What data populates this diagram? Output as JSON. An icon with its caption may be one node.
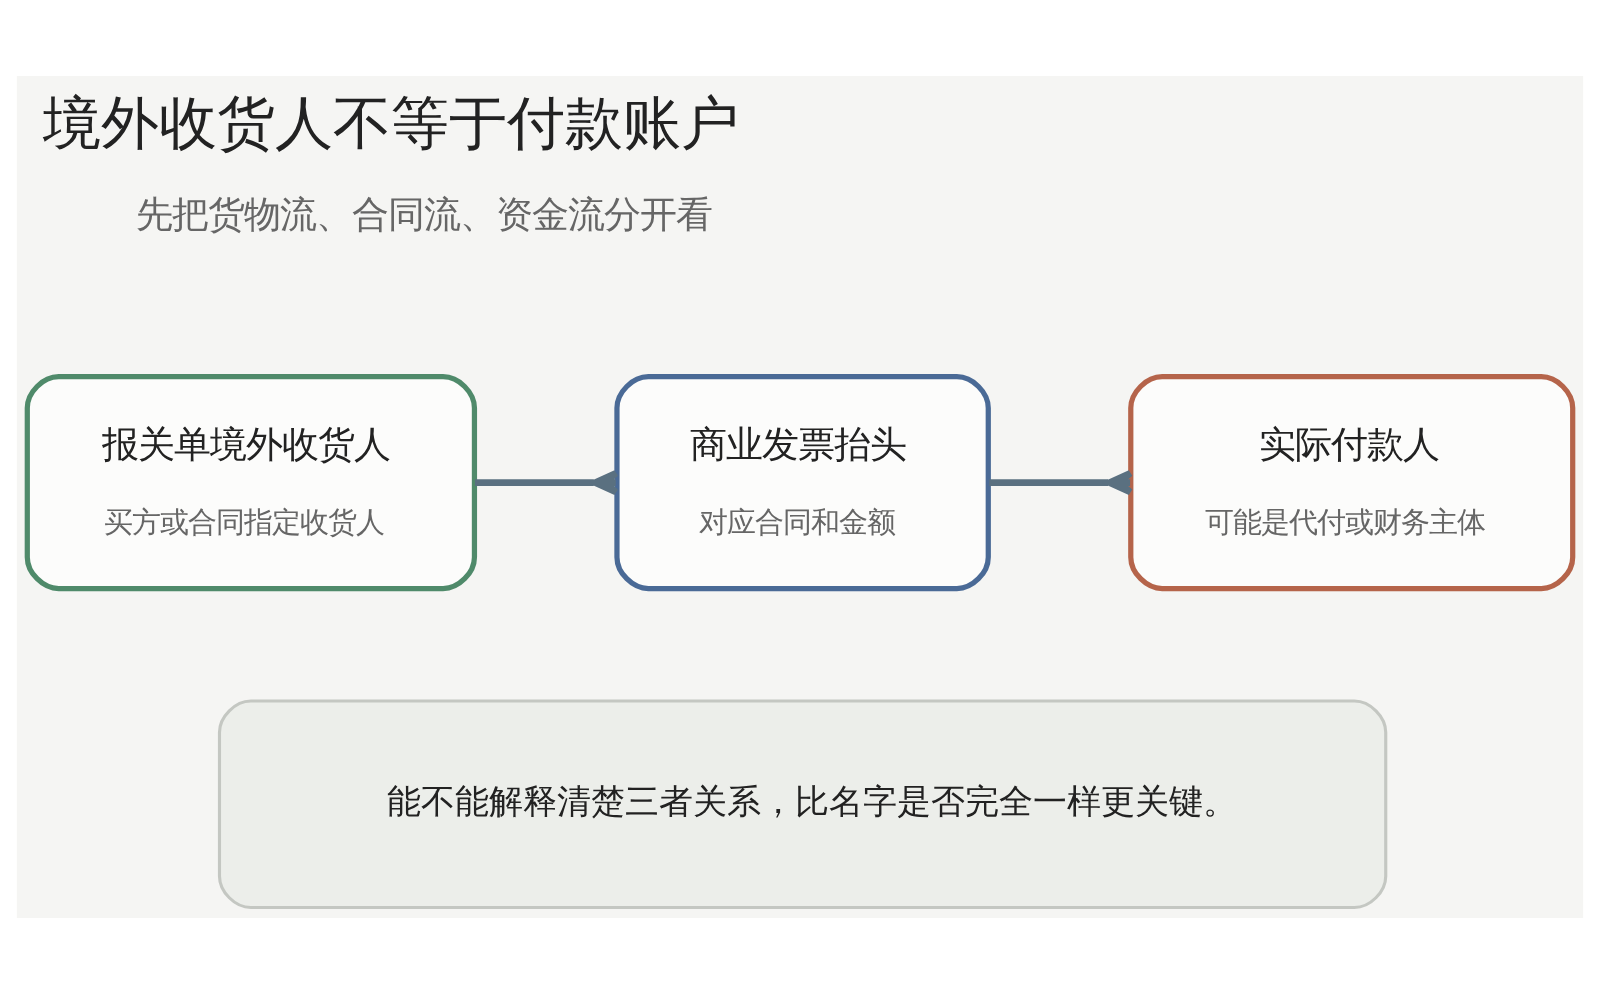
{
  "diagram": {
    "title": "境外收货人不等于付款账户",
    "nodes": [
      {
        "text": [
          "报关单境外收货人",
          "买方或合同指定收货人"
        ]
      },
      {
        "text": [
          "商业发票抬头",
          "对应合同和金额"
        ]
      },
      {
        "text": [
          "实际付款人",
          "可能是代付或财务主体"
        ]
      },
      {
        "text": [
          "能不能解释清楚三者关系，比名字是否完全一样更关键。"
        ]
      }
    ],
    "edges": [
      {
        "from": 0,
        "to": 1,
        "arrow": "other"
      },
      {
        "from": 1,
        "to": 2,
        "arrow": "other"
      }
    ],
    "labels": [
      "先把货物流、合同流、资金流分开看"
    ]
  }
}
